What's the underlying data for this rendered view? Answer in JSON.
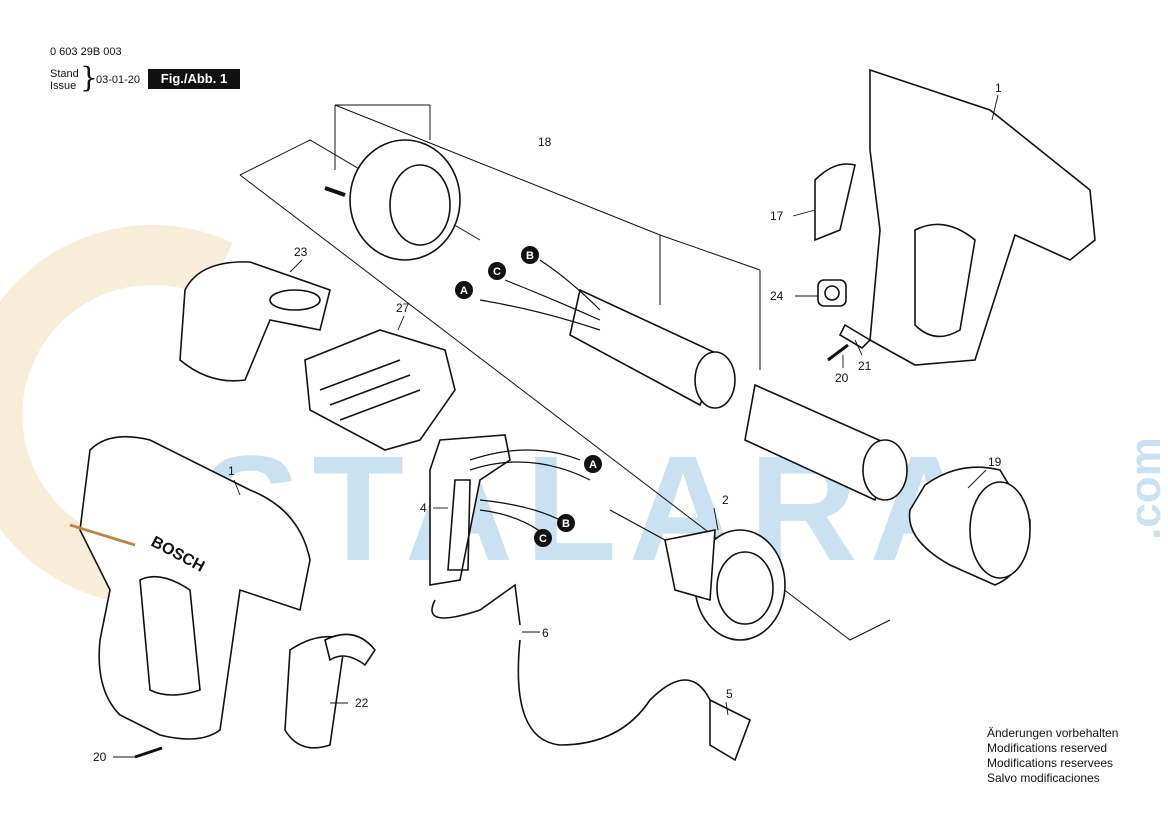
{
  "header": {
    "doc_number": "0 603 29B 003",
    "stand_label": "Stand",
    "issue_label": "Issue",
    "date": "03-01-20",
    "fig_label": "Fig./Abb. 1"
  },
  "notes": [
    "Änderungen vorbehalten",
    "Modifications reserved",
    "Modifications reservees",
    "Salvo modificaciones"
  ],
  "watermark": {
    "text": "USTALARA",
    "suffix": ".com",
    "color": "#9ec9e8",
    "ring_color": "#f3dfb8"
  },
  "brand_text": "BOSCH",
  "connectors": [
    "A",
    "B",
    "C"
  ],
  "part_numbers": {
    "p1_left": "1",
    "p1_right": "1",
    "p2": "2",
    "p4": "4",
    "p5": "5",
    "p6": "6",
    "p17": "17",
    "p18": "18",
    "p19": "19",
    "p20_left": "20",
    "p20_right": "20",
    "p21": "21",
    "p22": "22",
    "p23": "23",
    "p24": "24",
    "p27": "27"
  }
}
